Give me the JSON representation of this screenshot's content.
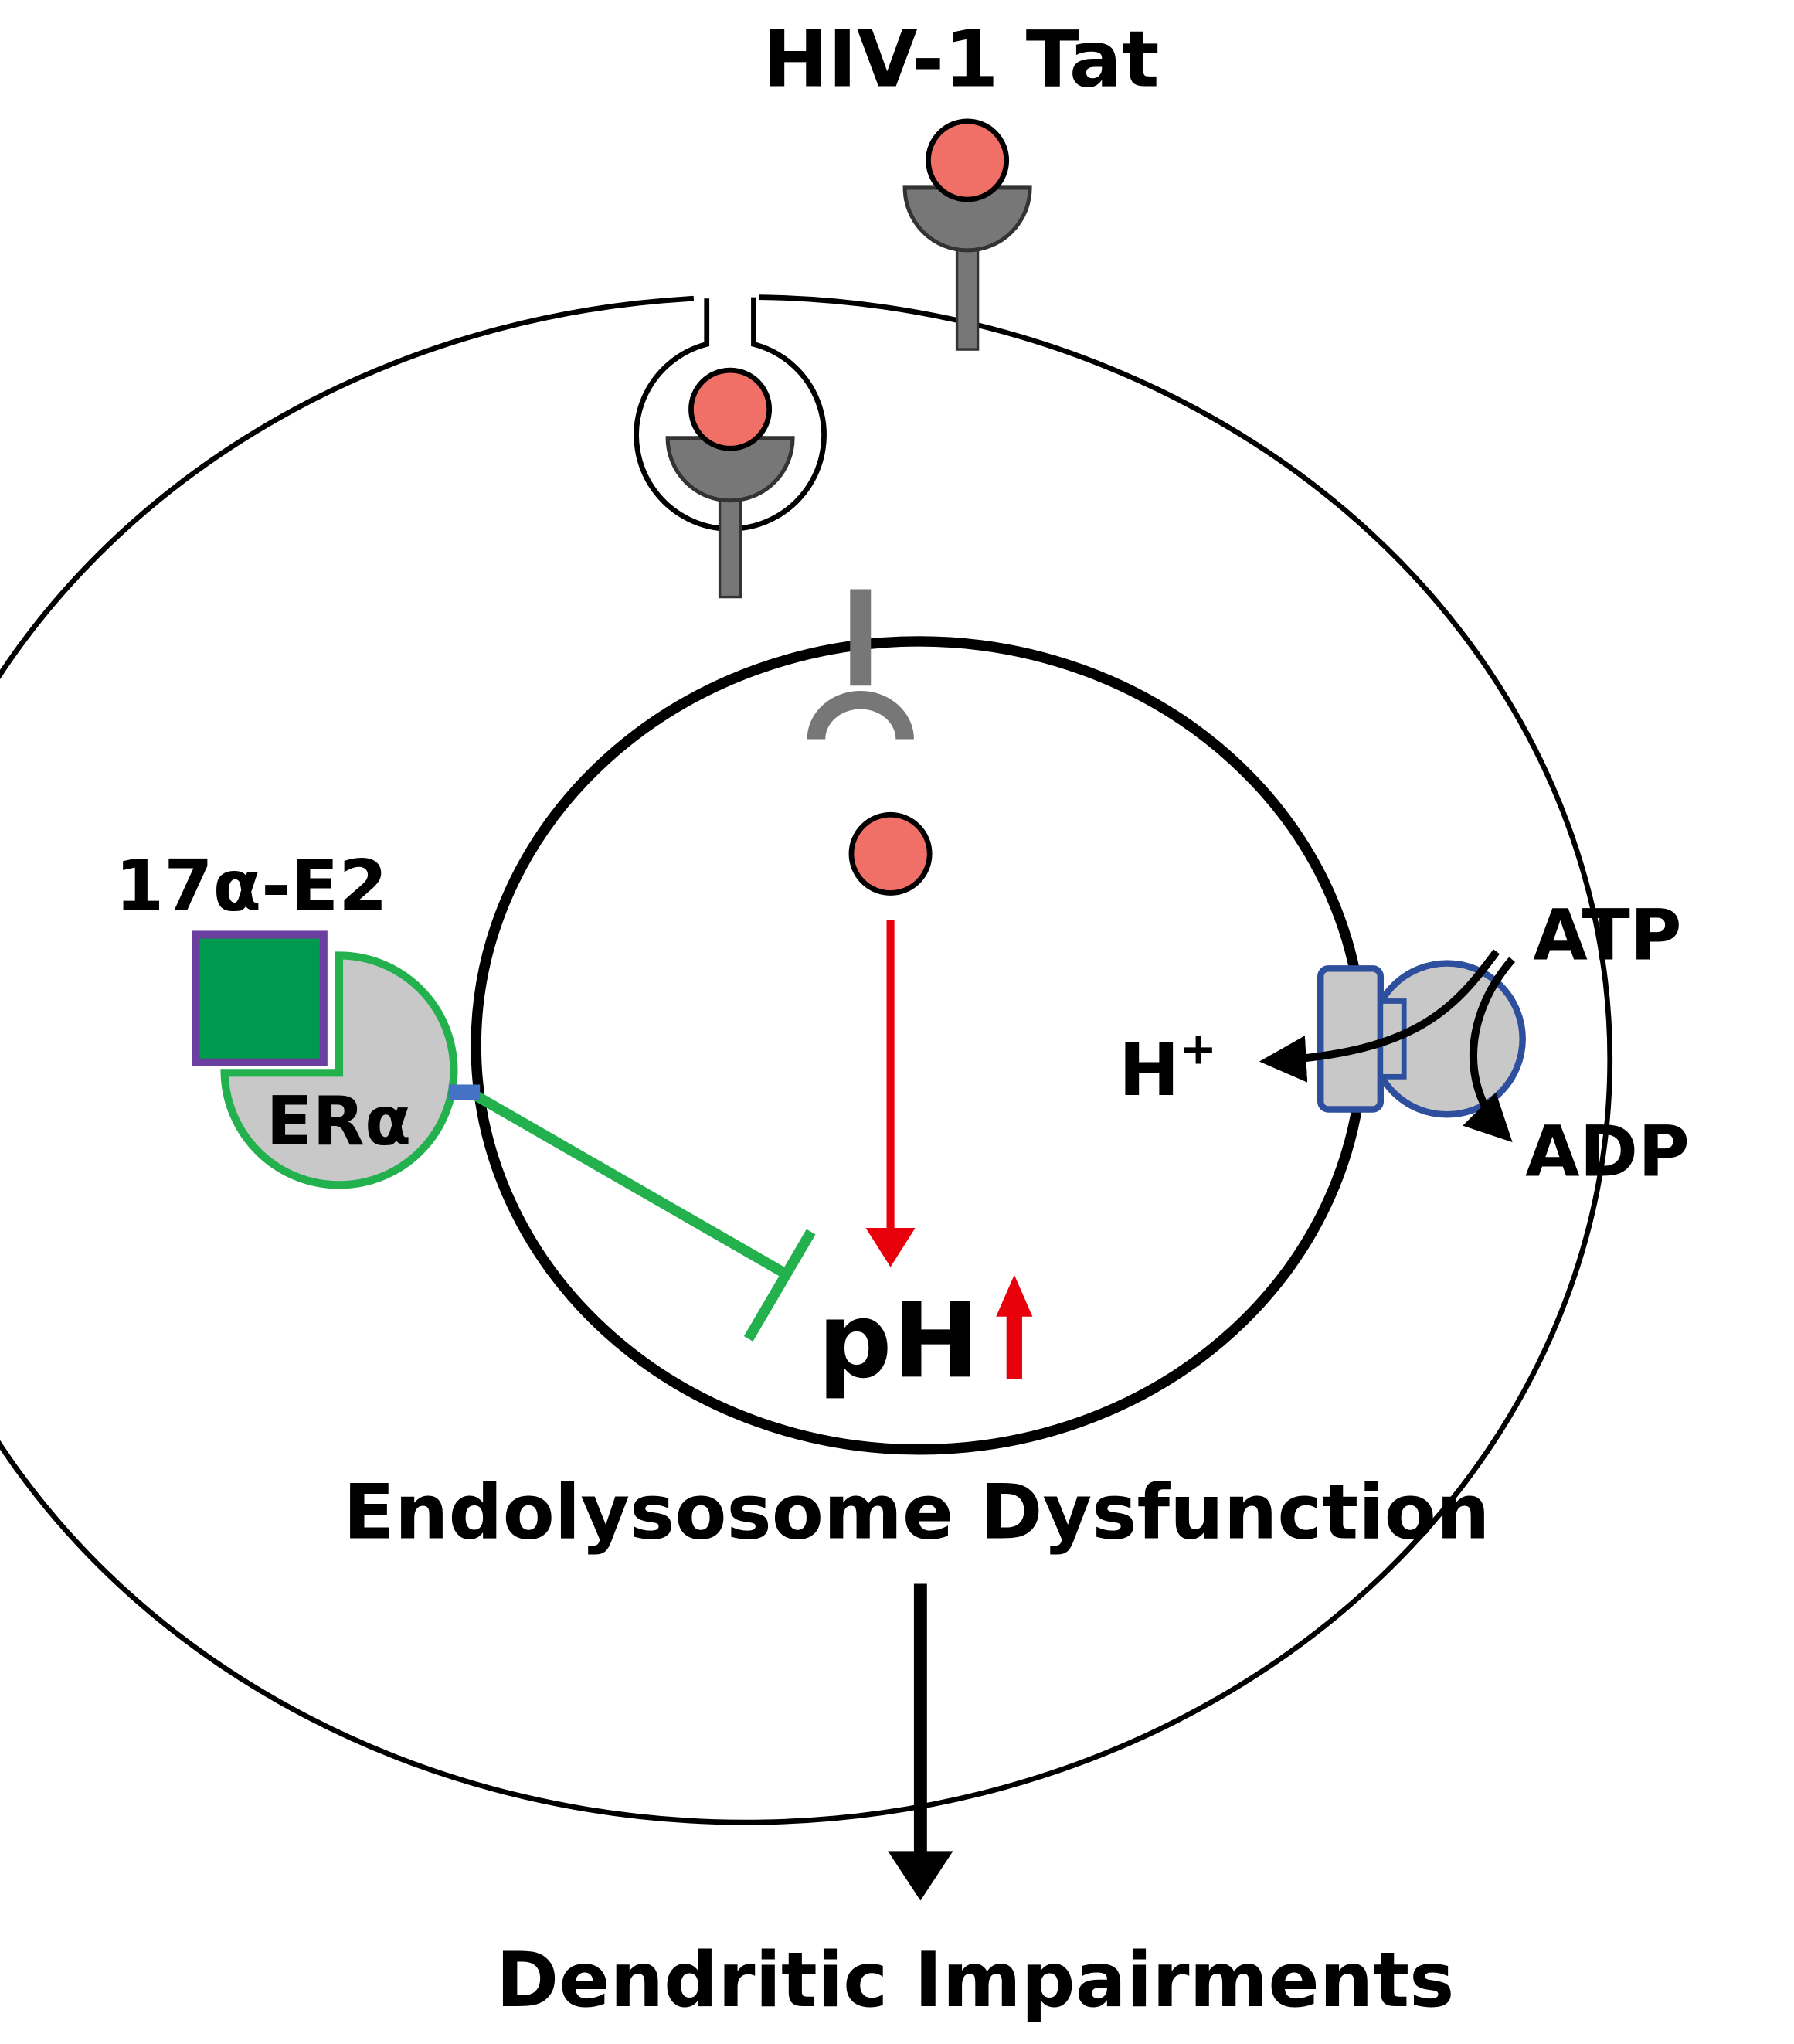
{
  "labels": {
    "tat": "HIV-1 Tat",
    "estradiol": "17α-E2",
    "receptor": "ERα",
    "atp": "ATP",
    "adp": "ADP",
    "proton": "H",
    "proton_charge": "+",
    "ph": "pH",
    "endolysosome": "Endolysosome Dysfunction",
    "outcome": "Dendritic Impairments"
  },
  "colors": {
    "tat_protein": "#f07068",
    "receptor_gray": "#777777",
    "estradiol_fill": "#009a4e",
    "estradiol_border": "#6b3fa0",
    "er_border": "#22b14c",
    "pump_border": "#2e4f9e",
    "inhibit_green": "#22b14c",
    "activation_red": "#e8000b",
    "pump_fill": "#c8c8c8"
  }
}
